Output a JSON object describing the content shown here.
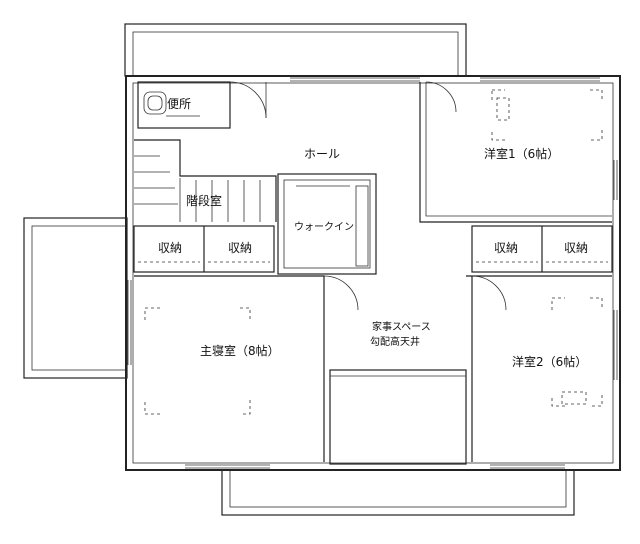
{
  "rooms": {
    "toilet": "便所",
    "hall": "ホール",
    "western1": "洋室1（6帖）",
    "stairs": "階段室",
    "walkin": "ウォークイン",
    "storage_a": "収納",
    "storage_b": "収納",
    "storage_c": "収納",
    "storage_d": "収納",
    "master": "主寝室（8帖）",
    "housework_line1": "家事スペース",
    "housework_line2": "勾配高天井",
    "western2": "洋室2（6帖）"
  }
}
